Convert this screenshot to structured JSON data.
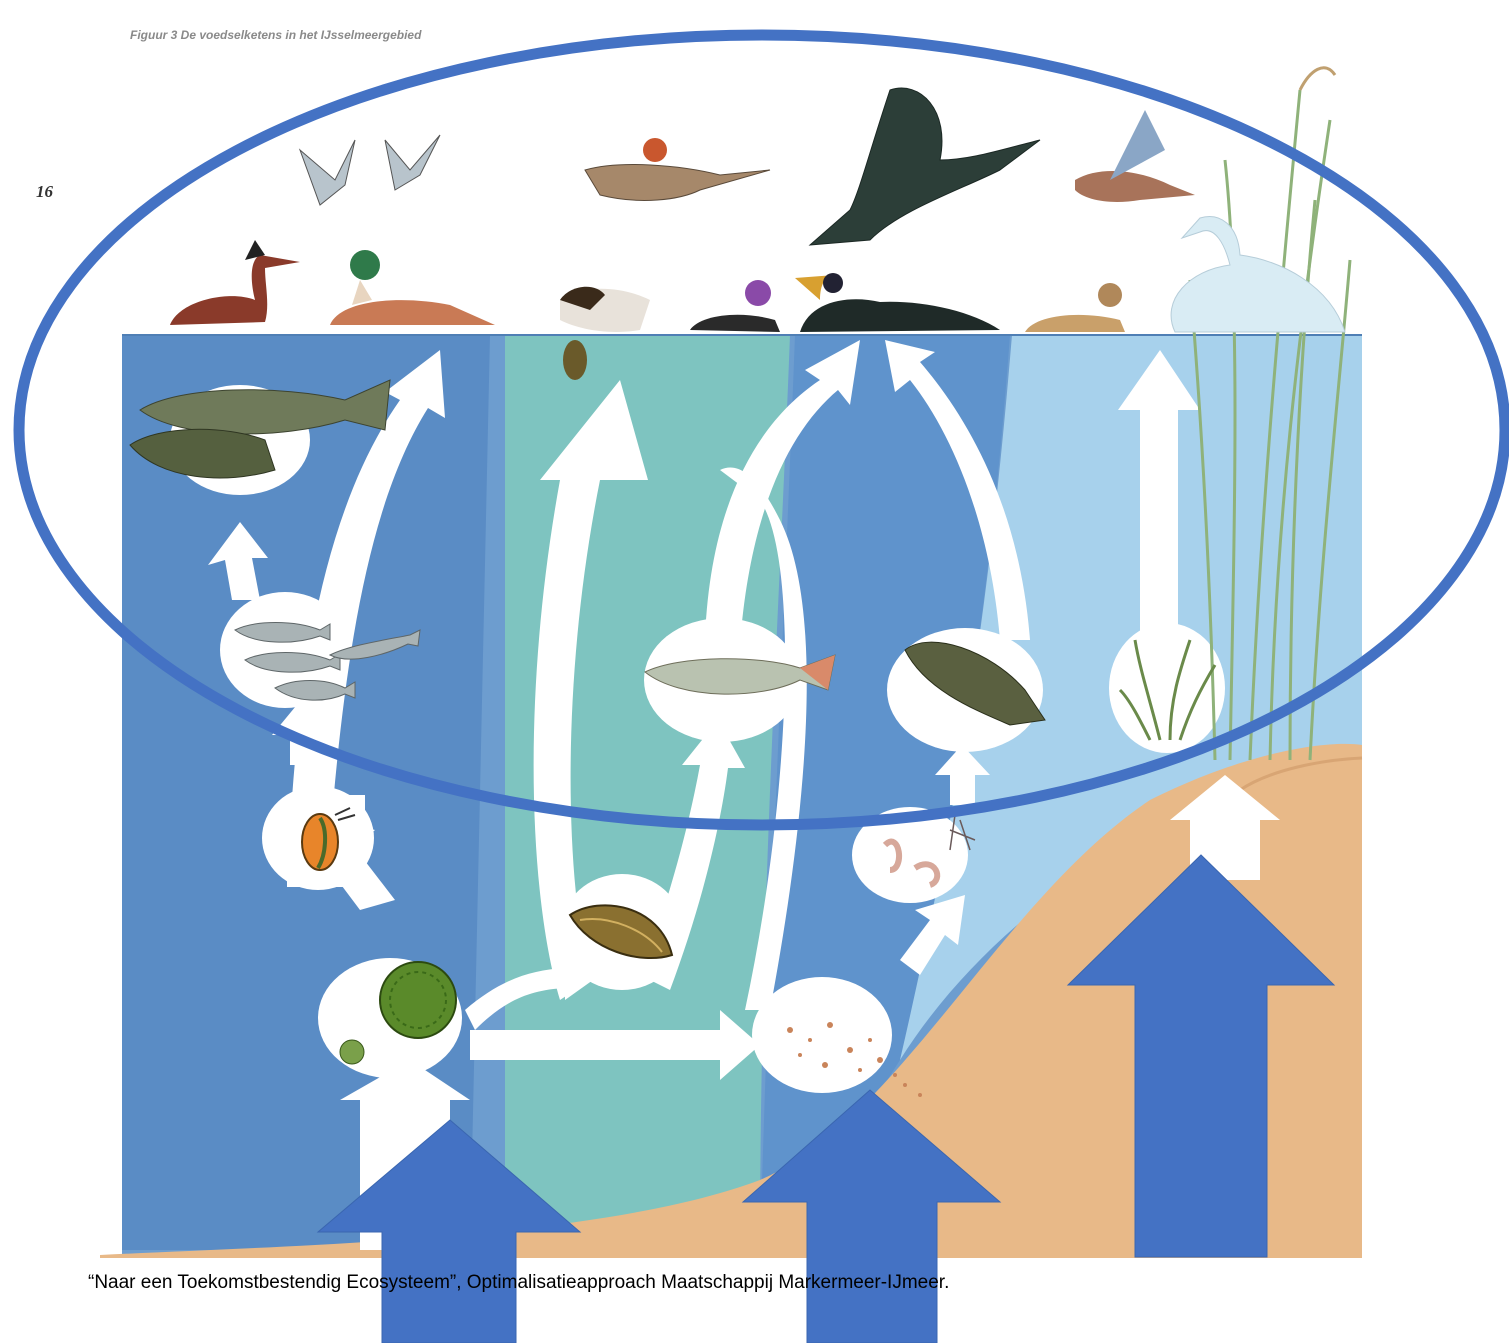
{
  "figure": {
    "title": "Figuur 3 De voedselketens in het IJsselmeergebied",
    "page_number": "16"
  },
  "caption": "“Naar een Toekomstbestendig Ecosysteem”, Optimalisatieapproach Maatschappij Markermeer-IJmeer.",
  "colors": {
    "water_dark": "#5d8fc6",
    "water_mid": "#7fb0d8",
    "water_teal": "#7cc0c0",
    "water_light": "#a9d2ea",
    "sand": "#e7b98a",
    "flow_arrow": "#ffffff",
    "highlight": "#4472c4"
  },
  "organisms": [
    {
      "id": "wading-birds",
      "icon": "bird-flock-icon"
    },
    {
      "id": "grebe",
      "icon": "grebe-icon"
    },
    {
      "id": "merganser",
      "icon": "duck-icon"
    },
    {
      "id": "flying-duck",
      "icon": "flying-duck-icon"
    },
    {
      "id": "tufted-duck",
      "icon": "diving-duck-icon"
    },
    {
      "id": "cormorant-flying",
      "icon": "cormorant-icon"
    },
    {
      "id": "cormorant-swimming",
      "icon": "cormorant-icon"
    },
    {
      "id": "teal",
      "icon": "duck-icon"
    },
    {
      "id": "flying-teal",
      "icon": "flying-duck-icon"
    },
    {
      "id": "swan",
      "icon": "swan-icon"
    },
    {
      "id": "perch",
      "icon": "fish-icon"
    },
    {
      "id": "smelt",
      "icon": "small-fish-icon"
    },
    {
      "id": "roach",
      "icon": "fish-icon"
    },
    {
      "id": "ruffe",
      "icon": "fish-icon"
    },
    {
      "id": "water-flea",
      "icon": "zooplankton-icon"
    },
    {
      "id": "algae",
      "icon": "algae-icon"
    },
    {
      "id": "mussel",
      "icon": "mussel-icon"
    },
    {
      "id": "detritus",
      "icon": "detritus-icon"
    },
    {
      "id": "worms",
      "icon": "worm-icon"
    },
    {
      "id": "water-plants",
      "icon": "plant-icon"
    },
    {
      "id": "reed",
      "icon": "reed-icon"
    }
  ],
  "annotations": {
    "ellipse": "highlight-ellipse",
    "arrows": [
      "blue-up-arrow",
      "blue-up-arrow",
      "blue-up-arrow"
    ]
  }
}
